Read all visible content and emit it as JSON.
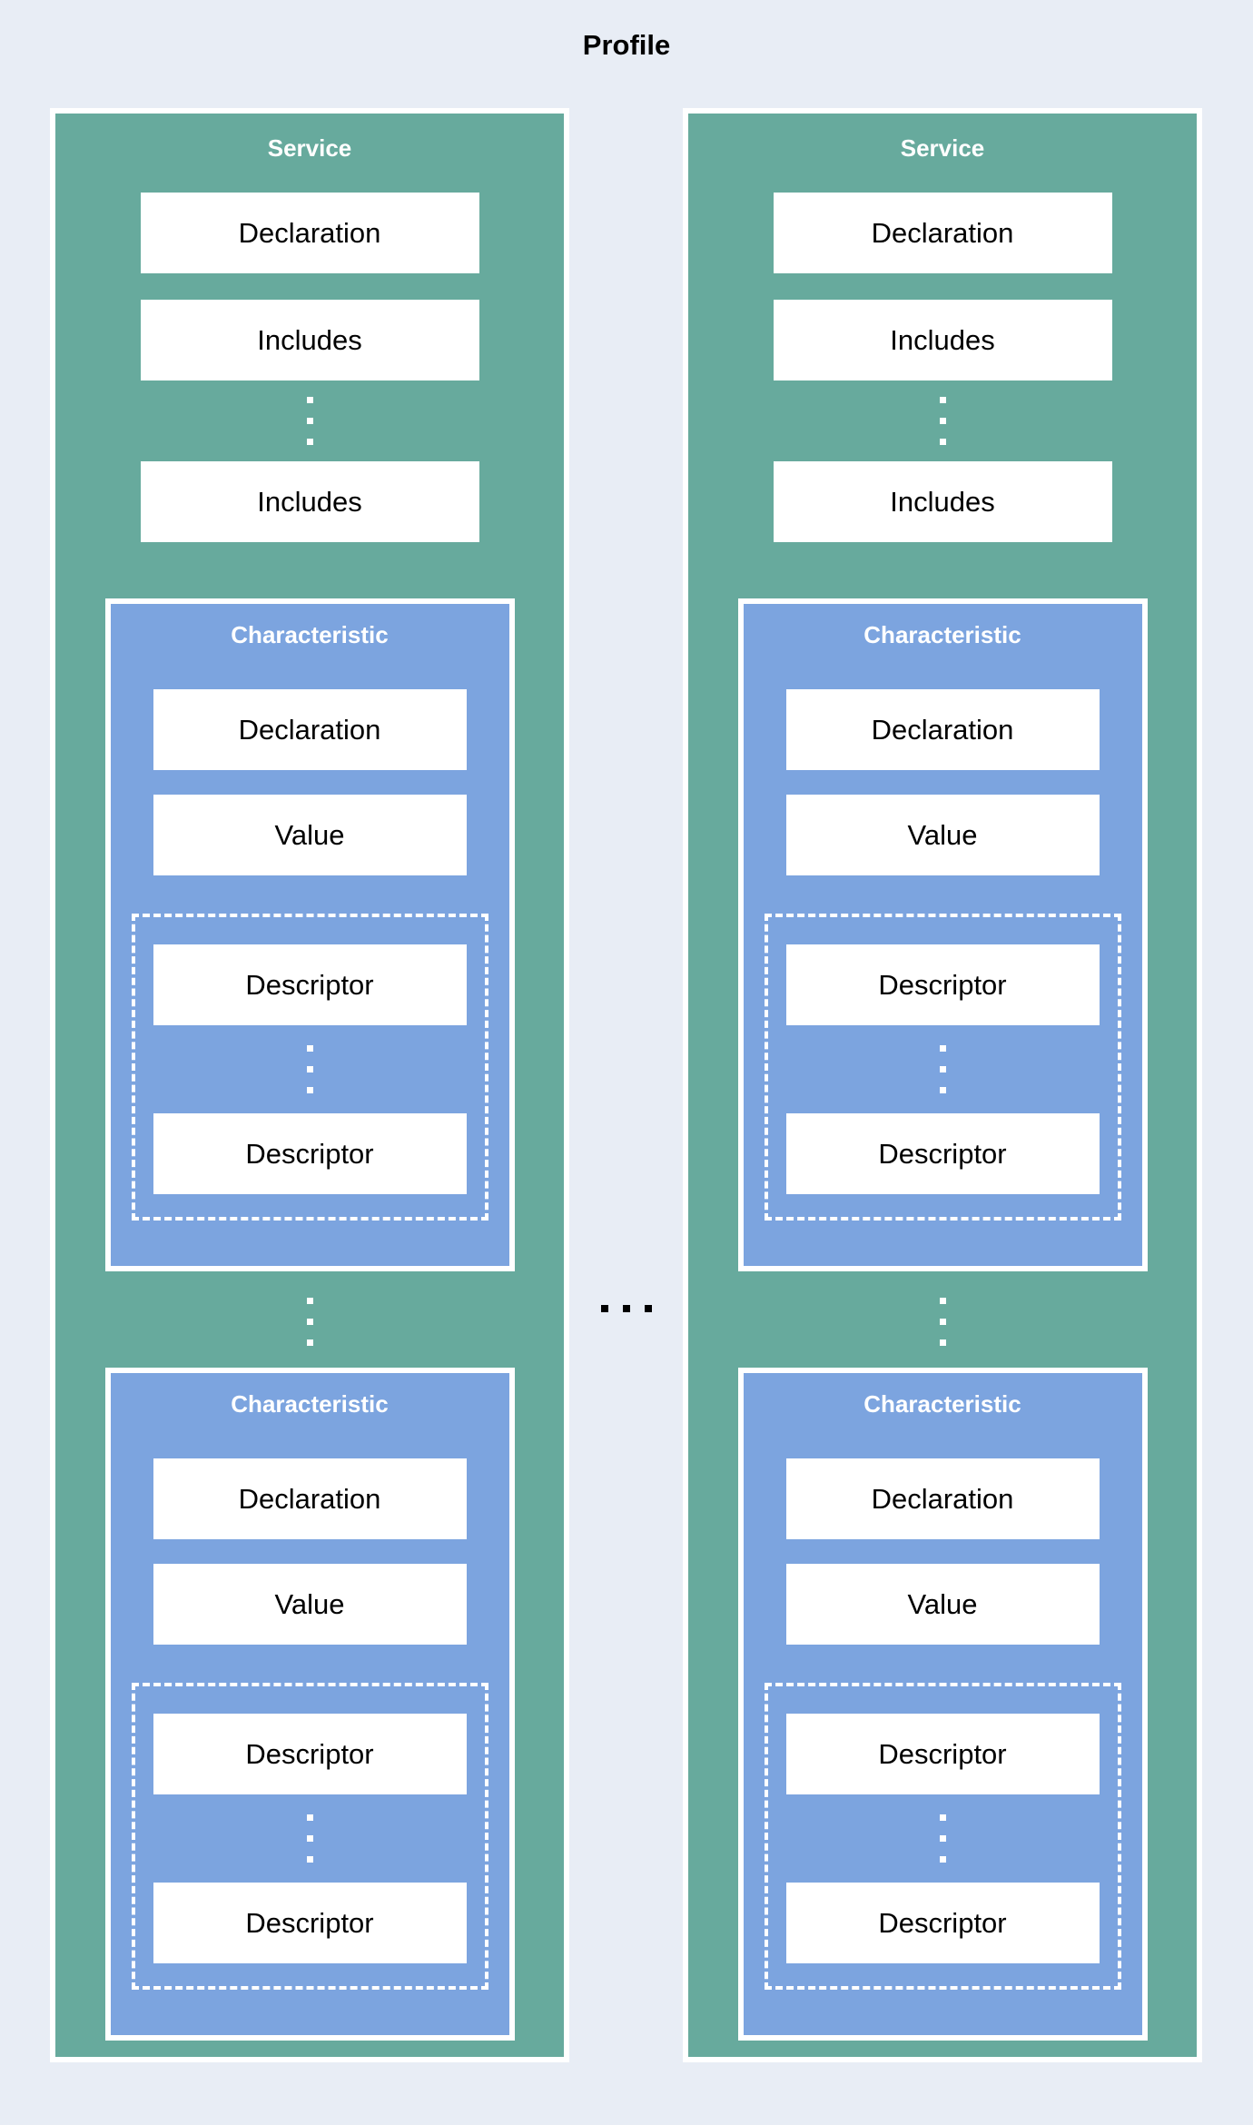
{
  "page": {
    "title": "Profile",
    "background_color": "#e8edf5"
  },
  "colors": {
    "service_fill": "#67aa9d",
    "characteristic_fill": "#7ca4df",
    "row_fill": "#ffffff",
    "row_text": "#000000",
    "section_title_text": "#ffffff",
    "page_title_text": "#000000",
    "border": "#ffffff",
    "descriptor_group_border": "#ffffff"
  },
  "icons": {
    "vertical_ellipsis": "three stacked white square dots",
    "horizontal_ellipsis": "three black square dots"
  },
  "services": [
    {
      "title": "Service",
      "declaration_label": "Declaration",
      "includes_first_label": "Includes",
      "includes_last_label": "Includes",
      "characteristics": [
        {
          "title": "Characteristic",
          "declaration_label": "Declaration",
          "value_label": "Value",
          "descriptor_first_label": "Descriptor",
          "descriptor_last_label": "Descriptor"
        },
        {
          "title": "Characteristic",
          "declaration_label": "Declaration",
          "value_label": "Value",
          "descriptor_first_label": "Descriptor",
          "descriptor_last_label": "Descriptor"
        }
      ]
    },
    {
      "title": "Service",
      "declaration_label": "Declaration",
      "includes_first_label": "Includes",
      "includes_last_label": "Includes",
      "characteristics": [
        {
          "title": "Characteristic",
          "declaration_label": "Declaration",
          "value_label": "Value",
          "descriptor_first_label": "Descriptor",
          "descriptor_last_label": "Descriptor"
        },
        {
          "title": "Characteristic",
          "declaration_label": "Declaration",
          "value_label": "Value",
          "descriptor_first_label": "Descriptor",
          "descriptor_last_label": "Descriptor"
        }
      ]
    }
  ]
}
